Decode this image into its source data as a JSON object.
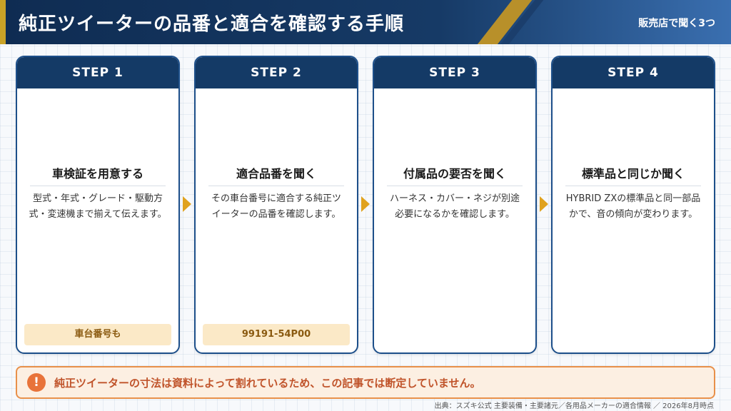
{
  "header": {
    "title": "純正ツイーターの品番と適合を確認する手順",
    "subtitle": "販売店で聞く3つ"
  },
  "steps": [
    {
      "label": "STEP 1",
      "title": "車検証を用意する",
      "desc": "型式・年式・グレード・駆動方式・変速機まで揃えて伝えます。",
      "tag": "車台番号も"
    },
    {
      "label": "STEP 2",
      "title": "適合品番を聞く",
      "desc": "その車台番号に適合する純正ツイーターの品番を確認します。",
      "tag": "99191-54P00"
    },
    {
      "label": "STEP 3",
      "title": "付属品の要否を聞く",
      "desc": "ハーネス・カバー・ネジが別途必要になるかを確認します。",
      "tag": ""
    },
    {
      "label": "STEP 4",
      "title": "標準品と同じか聞く",
      "desc": "HYBRID ZXの標準品と同一部品かで、音の傾向が変わります。",
      "tag": ""
    }
  ],
  "notice": {
    "icon": "exclamation-icon",
    "text": "純正ツイーターの寸法は資料によって割れているため、この記事では断定していません。"
  },
  "source": "出典：スズキ公式 主要装備・主要諸元／各用品メーカーの適合情報 ／ 2026年8月時点",
  "colors": {
    "navy": "#143a66",
    "gold": "#c9a227",
    "arrow": "#e0a21e",
    "notice_border": "#e8904a",
    "notice_text": "#c0532a"
  }
}
